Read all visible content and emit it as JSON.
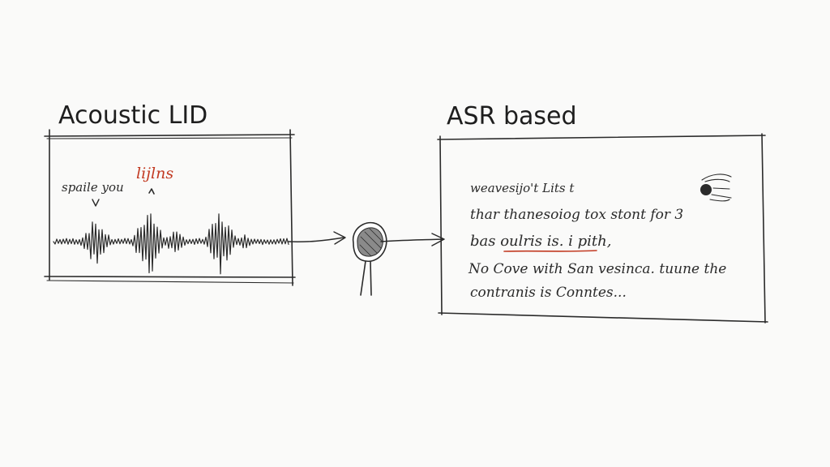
{
  "colors": {
    "ink": "#2b2b2b",
    "accent": "#c23a22",
    "paper": "#fafaf9",
    "device_fill": "#8a8a8a"
  },
  "left_panel": {
    "title": "Acoustic LID",
    "caption": "spaile you",
    "caption_accent": "lijlns"
  },
  "right_panel": {
    "title": "ASR based",
    "lines": [
      "weavesijo't Lits t",
      "thar thanesoiog tox stont for 3",
      "bas oulris is. i pith,",
      "No Cove with San vesinca. tuune the",
      "contranis is Conntes..."
    ],
    "underlined_fragment": "oulris is. i"
  },
  "icons": {
    "device": "microphone-device-icon",
    "corner": "speaker-ball-icon"
  }
}
